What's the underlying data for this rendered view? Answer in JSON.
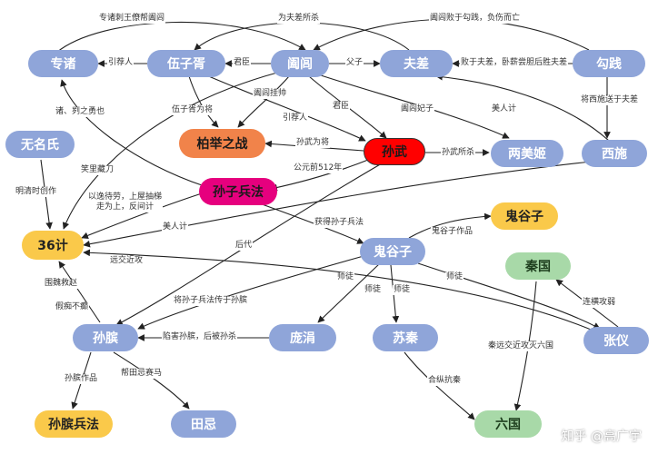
{
  "nodes": {
    "zhuanzhu": "专诸",
    "wuzixu": "伍子胥",
    "helu": "阖闾",
    "fuchai": "夫差",
    "goujian": "勾践",
    "wumingshi": "无名氏",
    "baiju": "柏举之战",
    "sunwu": "孙武",
    "liangmeiji": "两美姬",
    "xishi": "西施",
    "sunzibingfa": "孙子兵法",
    "guiguzi_yellow": "鬼谷子",
    "ji36": "36计",
    "guiguzi": "鬼谷子",
    "qin": "秦国",
    "sunbin": "孙膑",
    "pangjuan": "庞涓",
    "suqin": "苏秦",
    "zhangyi": "张仪",
    "sunbinbingfa": "孙膑兵法",
    "tianji": "田忌",
    "liuguo": "六国"
  },
  "edge_labels": {
    "l1": "专诸刺王僚帮阖闾",
    "l2": "为夫差所杀",
    "l3": "阖闾败于勾践，负伤而亡",
    "l4": "引荐人",
    "l5": "君臣",
    "l6": "父子",
    "l7": "败于夫差，卧薪尝胆后胜夫差",
    "l8": "阖闾挂帅",
    "l9": "伍子胥为将",
    "l10": "引荐人",
    "l11": "君臣",
    "l12": "阖闾妃子",
    "l13": "美人计",
    "l14": "将西施送于夫差",
    "l15": "诸、刿之勇也",
    "l16": "孙武为将",
    "l17": "孙武所杀",
    "l18": "笑里藏刀",
    "l19": "明清时创作",
    "l20": "公元前512年",
    "l21": "以逸待劳，上屋抽梯\n走为上，反间计",
    "l22": "美人计",
    "l23": "获得孙子兵法",
    "l24": "鬼谷子作品",
    "l25": "后代",
    "l26": "远交近攻",
    "l27": "围魏救赵",
    "l28": "假痴不癫",
    "l29": "将孙子兵法传于孙膑",
    "l30": "师徒",
    "l31": "师徒",
    "l32": "师徒",
    "l33": "师徒",
    "l34": "连横攻弱",
    "l35": "陷害孙膑，后被孙杀",
    "l36": "秦远交近攻灭六国",
    "l37": "孙膑作品",
    "l38": "帮田忌赛马",
    "l39": "合纵抗秦"
  },
  "watermark": "知乎 @高广宇",
  "colors": {
    "blue_node": "#8fa5d9",
    "yellow_node": "#fac94a",
    "green_node": "#a8d9a8",
    "orange_node": "#f1834a",
    "red_node": "#ff0000",
    "pink_node": "#e6007e",
    "edge": "#222222"
  }
}
